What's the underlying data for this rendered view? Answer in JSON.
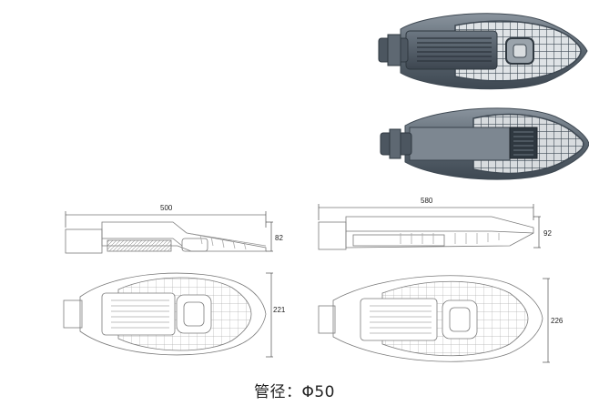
{
  "photos": [
    {
      "id": "top-view-photo"
    },
    {
      "id": "bottom-view-photo"
    }
  ],
  "drawings": {
    "small_side": {
      "length": "500",
      "height": "82"
    },
    "large_side": {
      "length": "580",
      "height": "92"
    },
    "small_top": {
      "width": "221"
    },
    "large_top": {
      "width": "226"
    }
  },
  "caption": {
    "text": "管径：Φ50"
  },
  "colors": {
    "housing_dark": "#4a5560",
    "housing_mid": "#6b7680",
    "line": "#7a7a7a",
    "dim_line": "#333333"
  }
}
